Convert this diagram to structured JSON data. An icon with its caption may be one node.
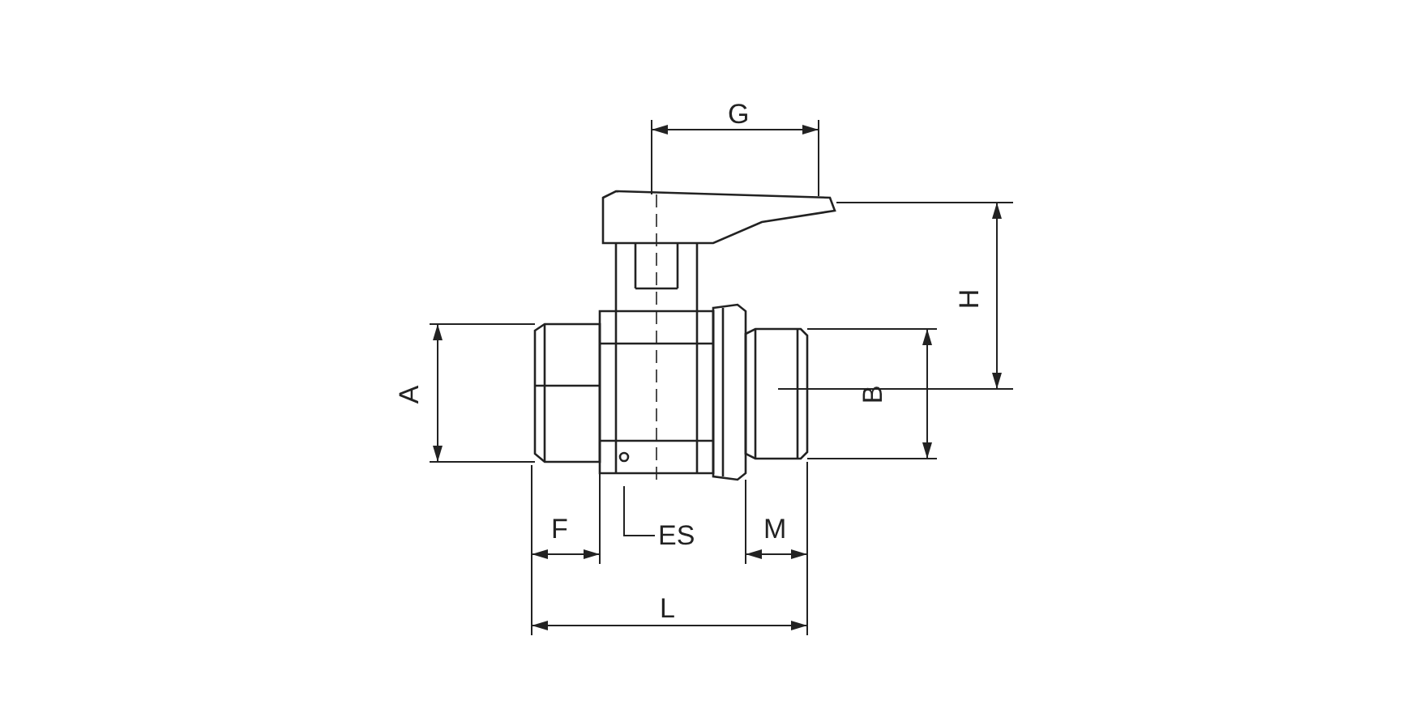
{
  "diagram": {
    "nodes": [
      {
        "text": [
          "ES"
        ]
      },
      {
        "text": [],
        "shape": "picture"
      }
    ],
    "edges": [
      {
        "from": 0,
        "to": 1,
        "arrow": "none"
      }
    ],
    "labels": [
      "G",
      "H",
      "A",
      "B",
      "F",
      "M",
      "L"
    ]
  }
}
